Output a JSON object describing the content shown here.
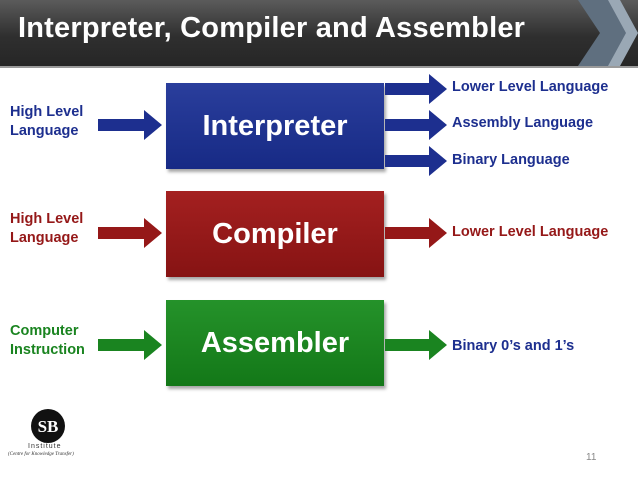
{
  "title": "Interpreter, Compiler and Assembler",
  "colors": {
    "blue": "#1d2f8f",
    "red": "#951818",
    "green": "#1a8420",
    "title_bar": "#2f2f2f"
  },
  "rows": [
    {
      "input": "High Level\nLanguage",
      "box": "Interpreter",
      "outputs": [
        "Lower Level Language",
        "Assembly Language",
        "Binary Language"
      ]
    },
    {
      "input": "High Level\nLanguage",
      "box": "Compiler",
      "outputs": [
        "Lower Level Language"
      ]
    },
    {
      "input": "Computer\nInstruction",
      "box": "Assembler",
      "outputs": [
        "Binary 0’s and 1’s"
      ]
    }
  ],
  "logo": {
    "mark": "SB",
    "name": "Institute",
    "tagline": "(Centre for Knowledge Transfer)"
  },
  "page_number": "11"
}
